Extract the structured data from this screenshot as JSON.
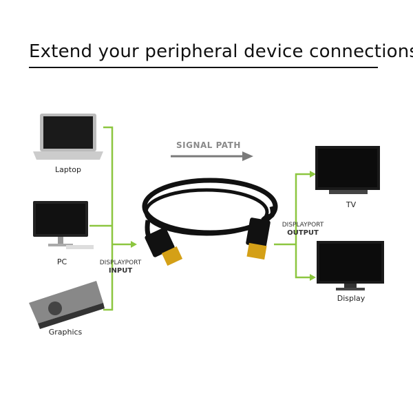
{
  "title": "Extend your peripheral device connections",
  "signal_path": "SIGNAL PATH",
  "inputs": [
    {
      "label": "Laptop"
    },
    {
      "label": "PC"
    },
    {
      "label": "Graphics"
    }
  ],
  "input_port": {
    "line1": "DISPLAYPORT",
    "line2": "INPUT"
  },
  "output_port": {
    "line1": "DISPLAYPORT",
    "line2": "OUTPUT"
  },
  "outputs": [
    {
      "label": "TV"
    },
    {
      "label": "Display"
    }
  ],
  "colors": {
    "connector": "#8cc63f",
    "arrow": "#7a7a7a",
    "cable": "#111111",
    "plug": "#d4a017"
  }
}
